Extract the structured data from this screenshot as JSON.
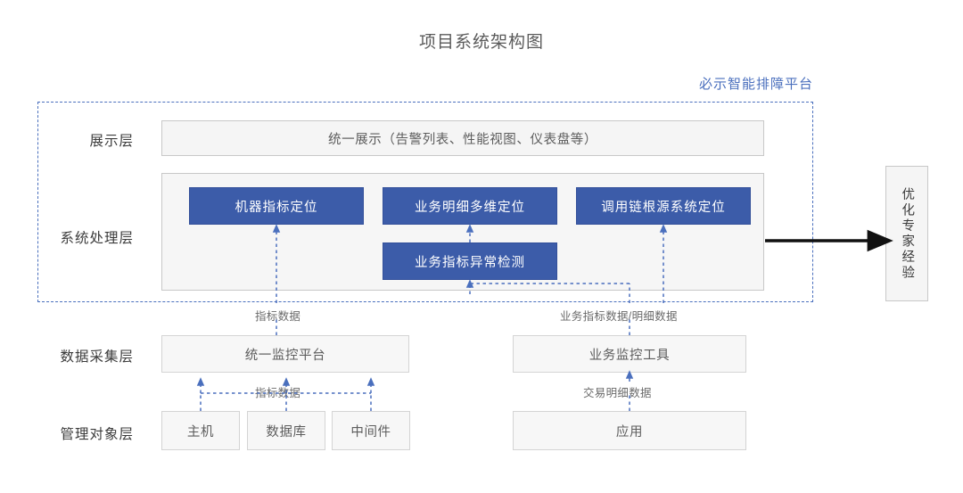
{
  "title": "项目系统架构图",
  "platform": {
    "label": "必示智能排障平台",
    "accent_color": "#4a6fbd"
  },
  "colors": {
    "blue_box": "#3c5ca9",
    "light_box": "#f5f5f5",
    "light_box_border": "#c8c8c8",
    "dashed_border": "#4a6fbd",
    "arrow_black": "#111111",
    "text": "#3b3b3b"
  },
  "rows": [
    {
      "label": "展示层"
    },
    {
      "label": "系统处理层"
    },
    {
      "label": "数据采集层"
    },
    {
      "label": "管理对象层"
    }
  ],
  "presentation_layer": {
    "box": "统一展示（告警列表、性能视图、仪表盘等）"
  },
  "processing_layer": {
    "top_boxes": [
      "机器指标定位",
      "业务明细多维定位",
      "调用链根源系统定位"
    ],
    "bottom_box": "业务指标异常检测"
  },
  "collection_layer": {
    "boxes": [
      "统一监控平台",
      "业务监控工具"
    ]
  },
  "object_layer": {
    "left_boxes": [
      "主机",
      "数据库",
      "中间件"
    ],
    "right_box": "应用"
  },
  "connector_labels": {
    "metrics_to_processing": "指标数据",
    "business_to_processing": "业务指标数据/明细数据",
    "metrics_to_collection": "指标数据",
    "transactions_to_collection": "交易明细数据"
  },
  "side_output": {
    "label": "优化专家经验"
  }
}
